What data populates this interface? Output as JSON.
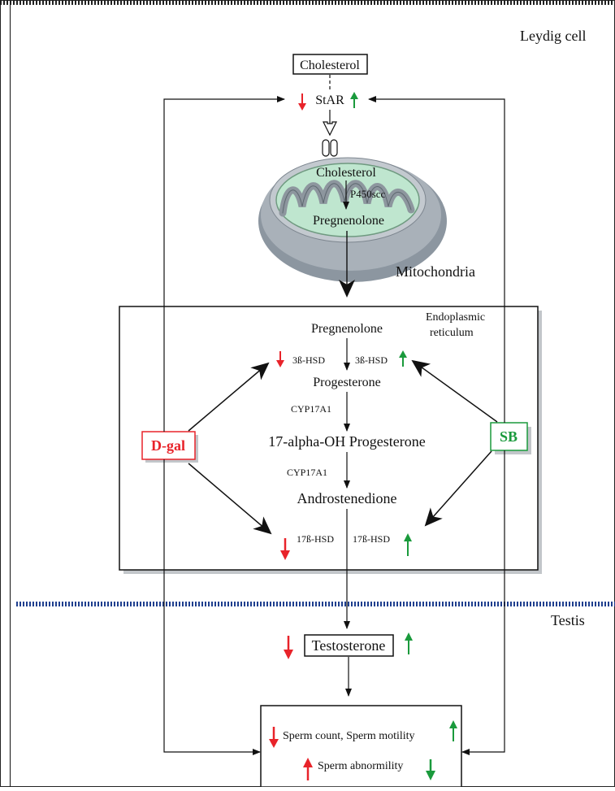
{
  "regions": {
    "top": "Leydig cell",
    "bottom": "Testis"
  },
  "molecules": {
    "cholesterol_box": "Cholesterol",
    "star": "StAR",
    "cholesterol_mito": "Cholesterol",
    "p450scc": "P450scc",
    "pregnenolone_mito": "Pregnenolone",
    "mitochondria": "Mitochondria",
    "er_line1": "Endoplasmic",
    "er_line2": "reticulum",
    "pregnenolone_er": "Pregnenolone",
    "hsd3b_left": "3ß-HSD",
    "hsd3b_right": "3ß-HSD",
    "progesterone": "Progesterone",
    "cyp17a1_1": "CYP17A1",
    "ohprogesterone": "17-alpha-OH Progesterone",
    "cyp17a1_2": "CYP17A1",
    "androstenedione": "Androstenedione",
    "hsd17b_left": "17ß-HSD",
    "hsd17b_right": "17ß-HSD",
    "testosterone": "Testosterone"
  },
  "treatments": {
    "dgal": "D-gal",
    "sb": "SB"
  },
  "outcomes": {
    "line1": "Sperm count, Sperm motility",
    "line2": "Sperm abnormility"
  },
  "colors": {
    "decrease": "#e8232a",
    "increase": "#1a9a3c",
    "dgal": "#e8232a",
    "sb": "#1a9a3c",
    "divider": "#1f3f8f",
    "mito_outer": "#9aa3ab",
    "mito_inner": "#bfe6cf",
    "shadow": "#b9bec4"
  }
}
